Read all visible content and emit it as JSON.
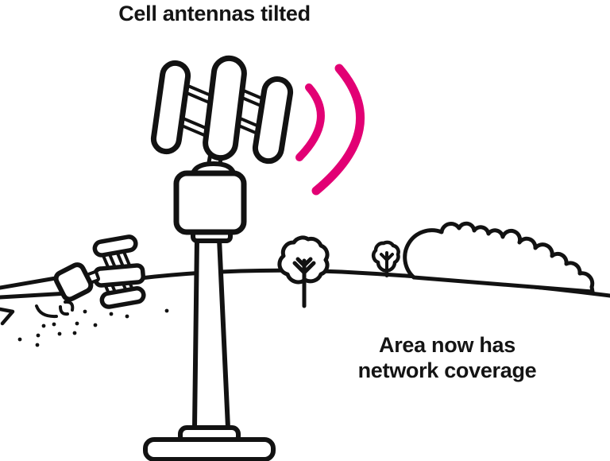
{
  "title": "Cell antennas tilted",
  "caption": {
    "line1": "Area now has",
    "line2": "network coverage"
  },
  "colors": {
    "background": "#ffffff",
    "line": "#121212",
    "text": "#141414",
    "accent": "#e20074"
  },
  "illustration": {
    "elements": [
      "cell-tower-icon",
      "tilted-antenna-panels-icon",
      "signal-waves-icon",
      "tractor-top-view-icon",
      "spray-dots",
      "tree-icon-large",
      "tree-icon-small",
      "bush-icon",
      "horizon-line"
    ]
  }
}
